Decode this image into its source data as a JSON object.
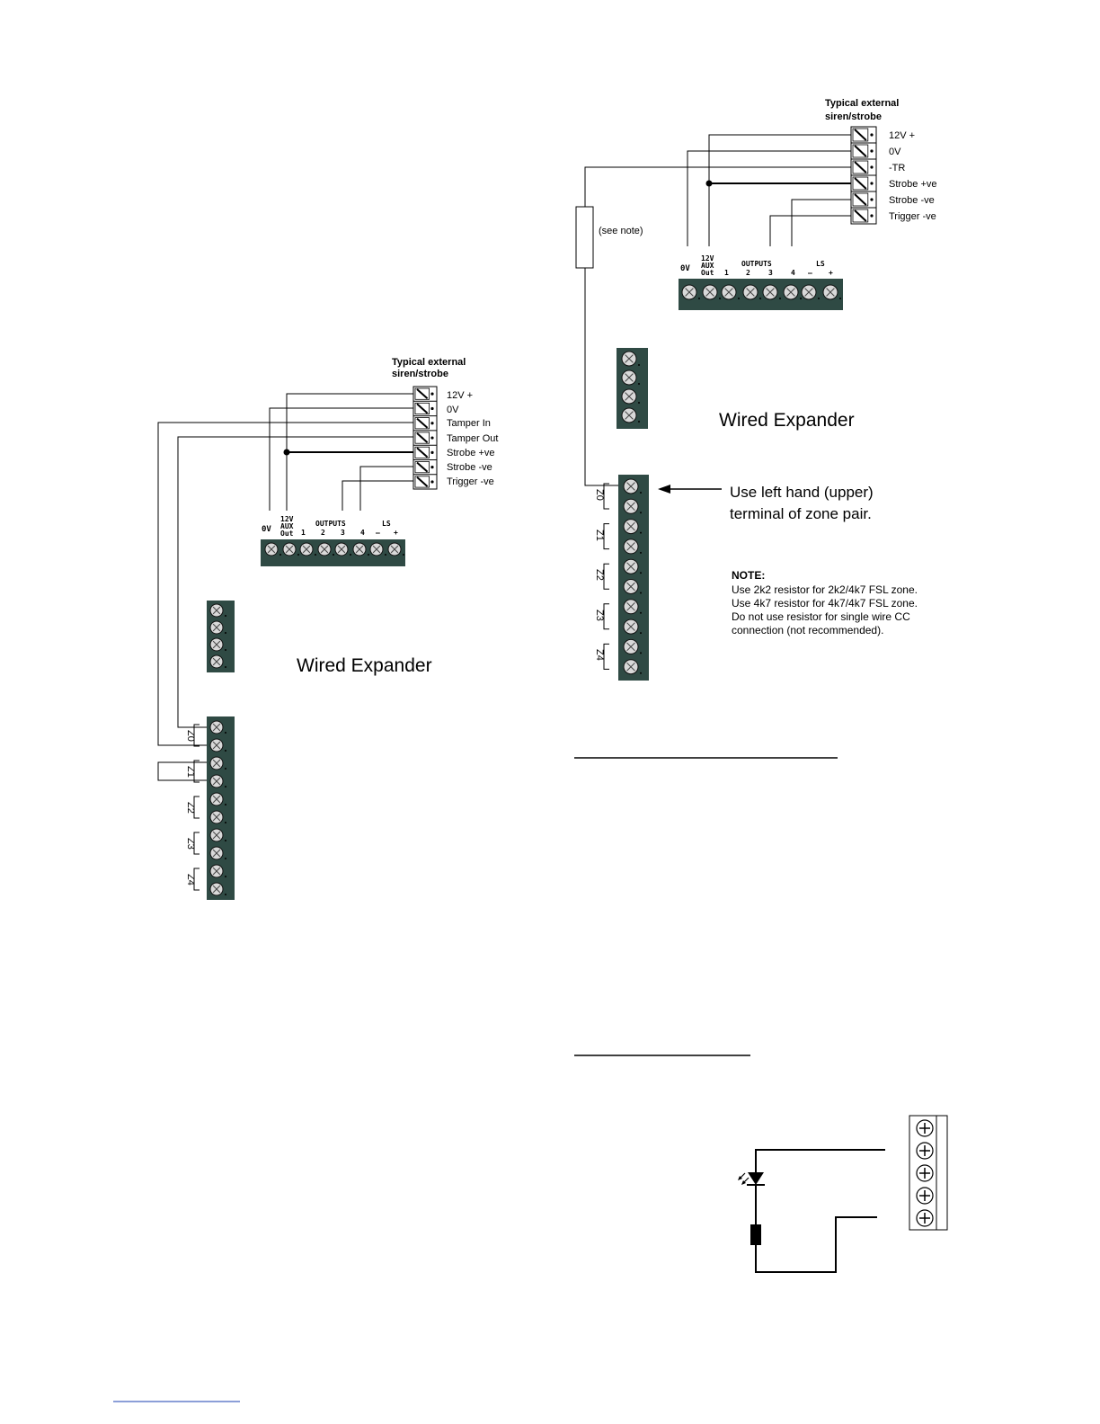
{
  "diagram_left": {
    "siren_title_line1": "Typical external",
    "siren_title_line2": "siren/strobe",
    "siren_terminals": [
      "12V +",
      "0V",
      "Tamper In",
      "Tamper Out",
      "Strobe +ve",
      "Strobe -ve",
      "Trigger -ve"
    ],
    "board": {
      "label_0v": "0V",
      "label_12v": "12V",
      "label_aux": "AUX",
      "label_out": "Out",
      "outputs_label": "OUTPUTS",
      "ls_label": "LS",
      "output_numbers": [
        "1",
        "2",
        "3",
        "4"
      ],
      "ls_minus": "–",
      "ls_plus": "+"
    },
    "expander_title": "Wired Expander",
    "zone_labels": [
      "Z0",
      "Z1",
      "Z2",
      "Z3",
      "Z4"
    ]
  },
  "diagram_right": {
    "siren_title_line1": "Typical external",
    "siren_title_line2": "siren/strobe",
    "siren_terminals": [
      "12V +",
      "0V",
      "-TR",
      "Strobe +ve",
      "Strobe -ve",
      "Trigger -ve"
    ],
    "resistor_note": "(see note)",
    "board": {
      "label_0v": "0V",
      "label_12v": "12V",
      "label_aux": "AUX",
      "label_out": "Out",
      "outputs_label": "OUTPUTS",
      "ls_label": "LS",
      "output_numbers": [
        "1",
        "2",
        "3",
        "4"
      ],
      "ls_minus": "–",
      "ls_plus": "+"
    },
    "expander_title": "Wired Expander",
    "zone_labels": [
      "Z0",
      "Z1",
      "Z2",
      "Z3",
      "Z4"
    ],
    "callout_line1": "Use left hand (upper)",
    "callout_line2": "terminal of zone pair.",
    "note_title": "NOTE:",
    "note_lines": [
      "Use 2k2 resistor for 2k2/4k7 FSL zone.",
      "Use 4k7 resistor for 4k7/4k7 FSL zone.",
      "Do not use resistor for single wire CC",
      "connection (not recommended)."
    ]
  },
  "colors": {
    "terminal_block": "#2f4a44",
    "screw_fill": "#d9d9d9",
    "line": "#000000",
    "footer_link_rule": "#1a3fb0"
  }
}
